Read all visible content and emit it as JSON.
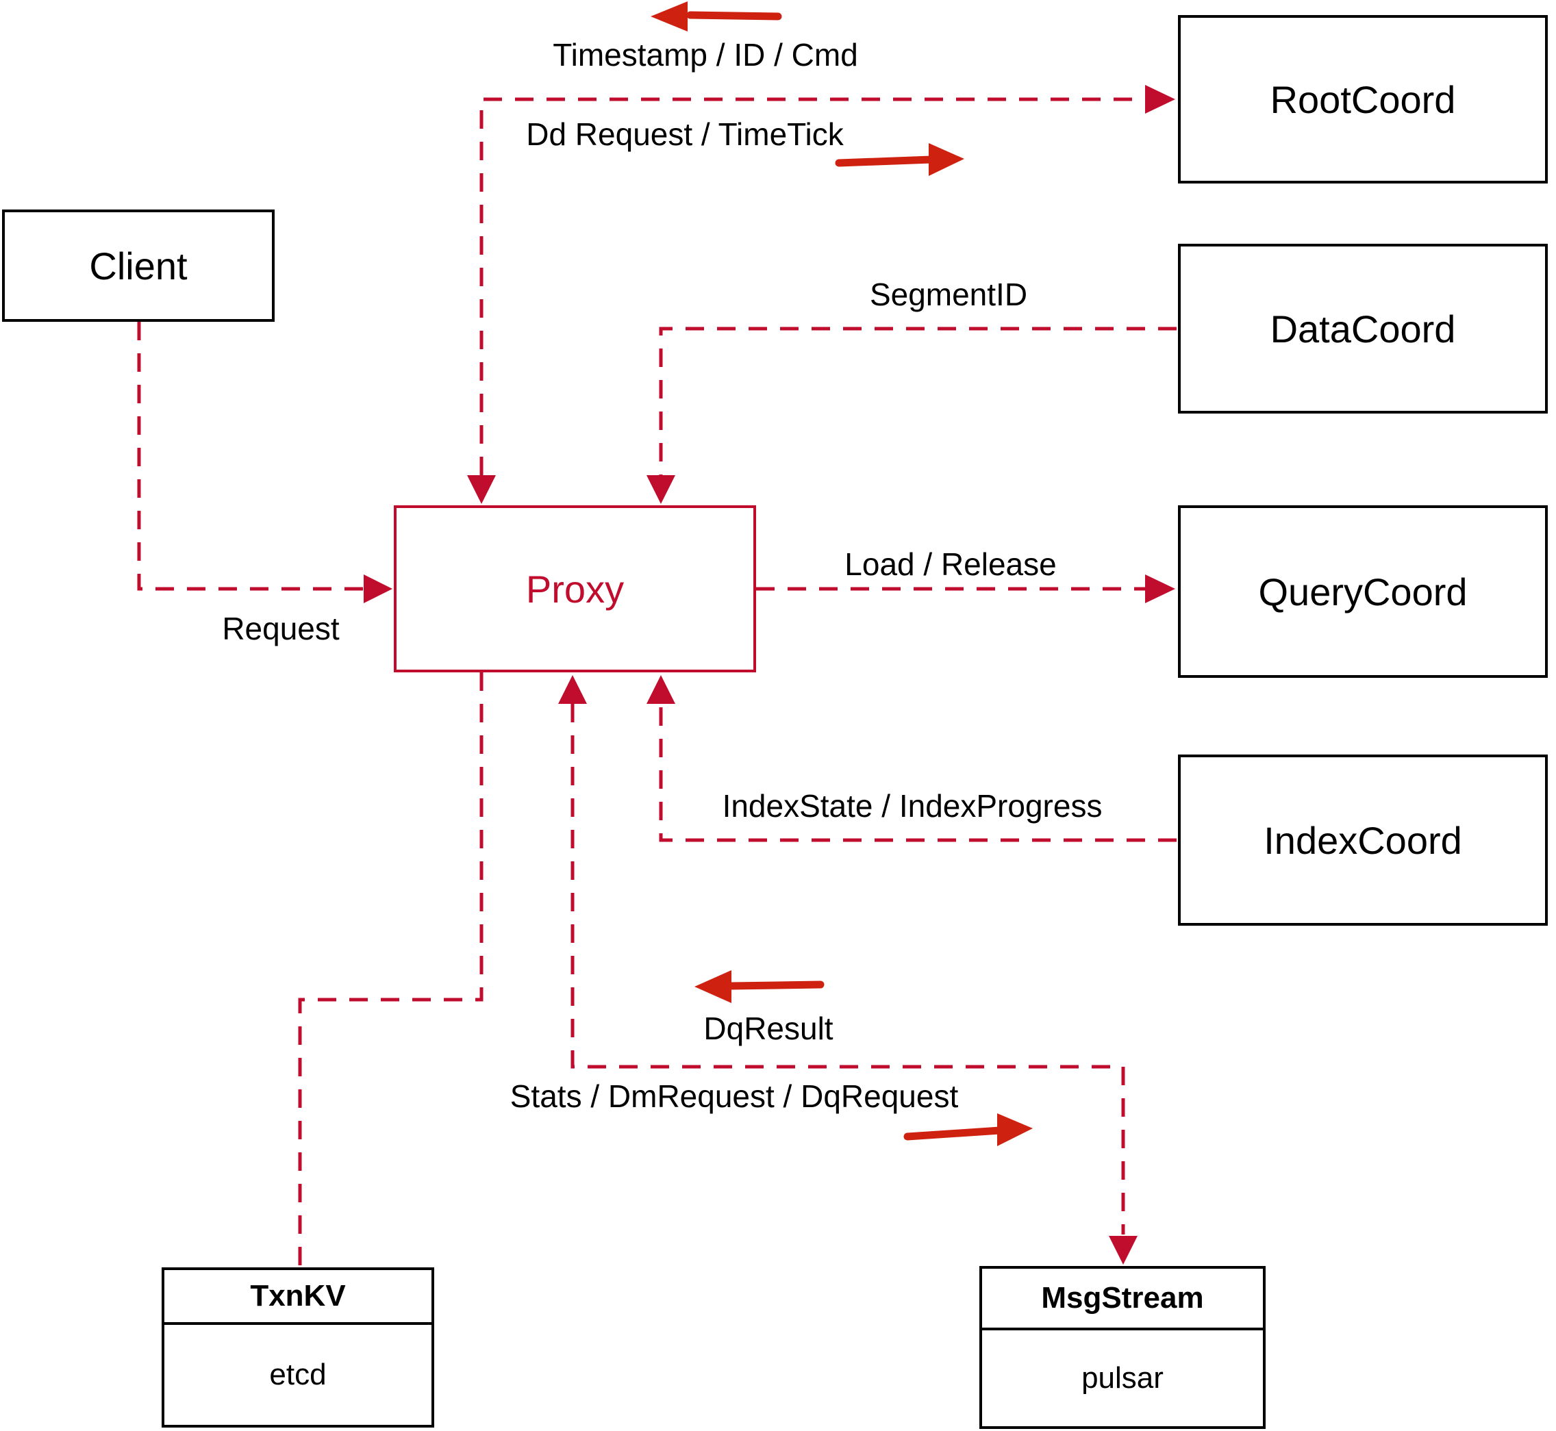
{
  "diagram": {
    "nodes": {
      "client": {
        "label": "Client"
      },
      "proxy": {
        "label": "Proxy"
      },
      "root_coord": {
        "label": "RootCoord"
      },
      "data_coord": {
        "label": "DataCoord"
      },
      "query_coord": {
        "label": "QueryCoord"
      },
      "index_coord": {
        "label": "IndexCoord"
      },
      "txn_kv": {
        "title": "TxnKV",
        "subtitle": "etcd"
      },
      "msg_stream": {
        "title": "MsgStream",
        "subtitle": "pulsar"
      }
    },
    "edge_labels": {
      "timestamp_id_cmd": "Timestamp / ID / Cmd",
      "dd_request_timetick": "Dd Request / TimeTick",
      "segment_id": "SegmentID",
      "load_release": "Load / Release",
      "request": "Request",
      "index_state_progress": "IndexState / IndexProgress",
      "dq_result": "DqResult",
      "stats_dm_dq": "Stats / DmRequest / DqRequest"
    },
    "colors": {
      "edge_dashed_red": "#c00d2e",
      "arrow_solid_red": "#cf2110",
      "node_border": "#000000",
      "proxy_accent": "#c00d2e",
      "background": "#ffffff",
      "label_text": "#000000"
    }
  }
}
